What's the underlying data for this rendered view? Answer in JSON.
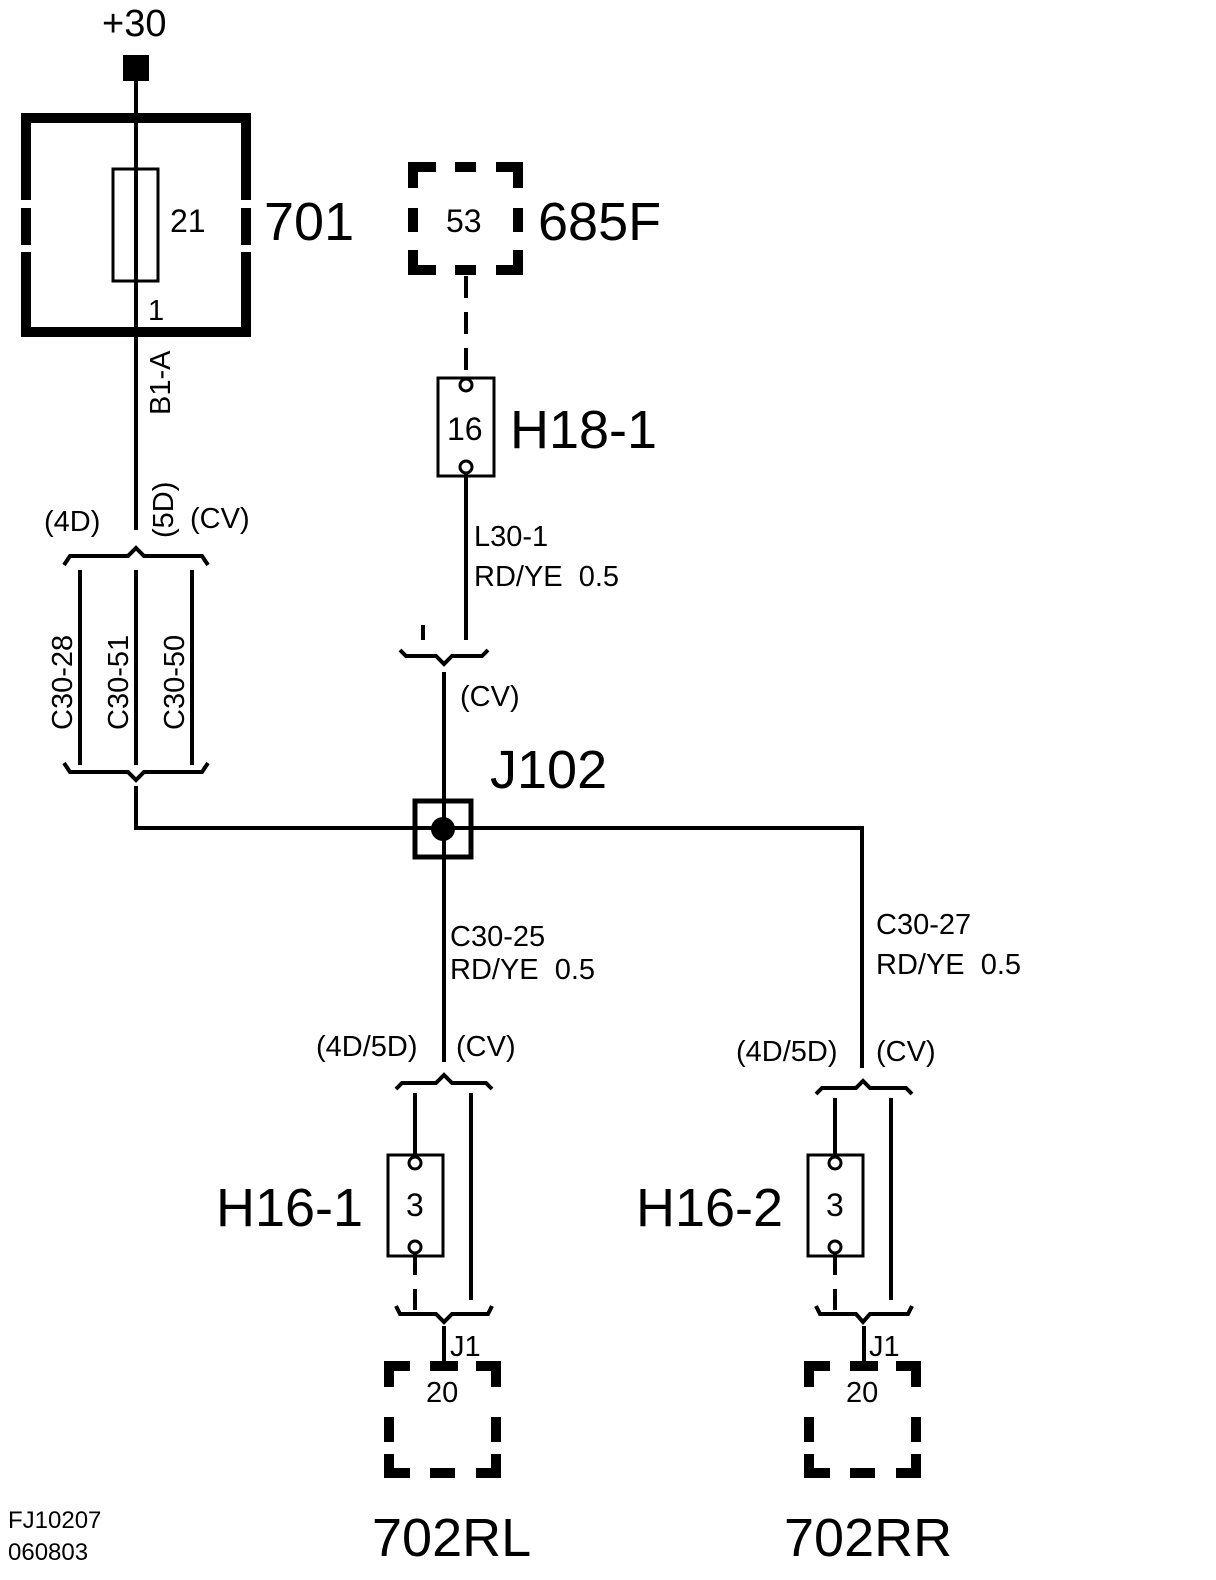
{
  "diagram": {
    "type": "wiring-schematic",
    "supply": {
      "label": "+30"
    },
    "fuse_box": {
      "id": "701",
      "fuse_number": "21",
      "pin": "1"
    },
    "wire_b1a": {
      "label": "B1-A"
    },
    "variant_labels_top": {
      "left": "(4D)",
      "middle": "(5D)",
      "right": "(CV)"
    },
    "connector_c30": {
      "circuits": [
        "C30-28",
        "C30-51",
        "C30-50"
      ]
    },
    "module_685f": {
      "id": "685F",
      "pin": "53"
    },
    "connector_h18": {
      "id": "H18-1",
      "pin": "16"
    },
    "wire_l30": {
      "circuit": "L30-1",
      "spec": "RD/YE  0.5"
    },
    "cv_label_mid": "(CV)",
    "splice": {
      "id": "J102"
    },
    "wire_c30_25": {
      "circuit": "C30-25",
      "spec": "RD/YE  0.5"
    },
    "wire_c30_27": {
      "circuit": "C30-27",
      "spec": "RD/YE  0.5"
    },
    "branch_left": {
      "variant_left": "(4D/5D)",
      "variant_right": "(CV)",
      "connector": {
        "id": "H16-1",
        "pin": "3"
      },
      "jumper": "J1",
      "module": {
        "id": "702RL",
        "pin": "20"
      }
    },
    "branch_right": {
      "variant_left": "(4D/5D)",
      "variant_right": "(CV)",
      "connector": {
        "id": "H16-2",
        "pin": "3"
      },
      "jumper": "J1",
      "module": {
        "id": "702RR",
        "pin": "20"
      }
    },
    "footer": {
      "drawing_number": "FJ10207",
      "date_code": "060803"
    }
  }
}
